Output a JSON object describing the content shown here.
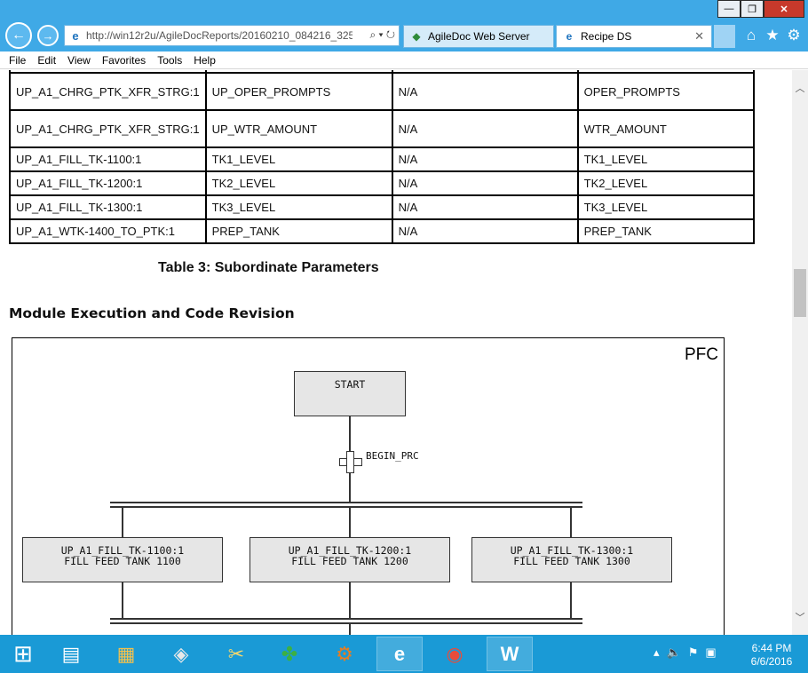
{
  "window": {
    "minimize_glyph": "—",
    "maximize_glyph": "❐",
    "close_glyph": "✕"
  },
  "browser": {
    "address": "http://win12r2u/AgileDocReports/20160210_084216_325_",
    "address_actions": "⌕ ▾ ↻",
    "tabs": [
      {
        "label": "AgileDoc Web Server",
        "icon": "agiledoc-icon"
      },
      {
        "label": "Recipe DS",
        "icon": "ie-icon"
      }
    ],
    "tab_close_glyph": "✕"
  },
  "menu": [
    "File",
    "Edit",
    "View",
    "Favorites",
    "Tools",
    "Help"
  ],
  "table": {
    "rows": [
      [
        "UP_A1_CHRG_PTK_XFR_STRG:1",
        "UP_OPER_PROMPTS",
        "N/A",
        "OPER_PROMPTS"
      ],
      [
        "UP_A1_CHRG_PTK_XFR_STRG:1",
        "UP_WTR_AMOUNT",
        "N/A",
        "WTR_AMOUNT"
      ],
      [
        "UP_A1_FILL_TK-1100:1",
        "TK1_LEVEL",
        "N/A",
        "TK1_LEVEL"
      ],
      [
        "UP_A1_FILL_TK-1200:1",
        "TK2_LEVEL",
        "N/A",
        "TK2_LEVEL"
      ],
      [
        "UP_A1_FILL_TK-1300:1",
        "TK3_LEVEL",
        "N/A",
        "TK3_LEVEL"
      ],
      [
        "UP_A1_WTK-1400_TO_PTK:1",
        "PREP_TANK",
        "N/A",
        "PREP_TANK"
      ]
    ],
    "caption": "Table 3: Subordinate Parameters"
  },
  "section_heading": "Module Execution and Code Revision",
  "pfc": {
    "label": "PFC",
    "start": "START",
    "transition": "BEGIN_PRC",
    "steps": [
      {
        "line1": "UP_A1_FILL_TK-1100:1",
        "line2": "FILL FEED TANK 1100"
      },
      {
        "line1": "UP_A1_FILL_TK-1200:1",
        "line2": "FILL FEED TANK 1200"
      },
      {
        "line1": "UP_A1_FILL_TK-1300:1",
        "line2": "FILL FEED TANK 1300"
      }
    ]
  },
  "taskbar": {
    "time": "6:44 PM",
    "date": "6/6/2016"
  }
}
